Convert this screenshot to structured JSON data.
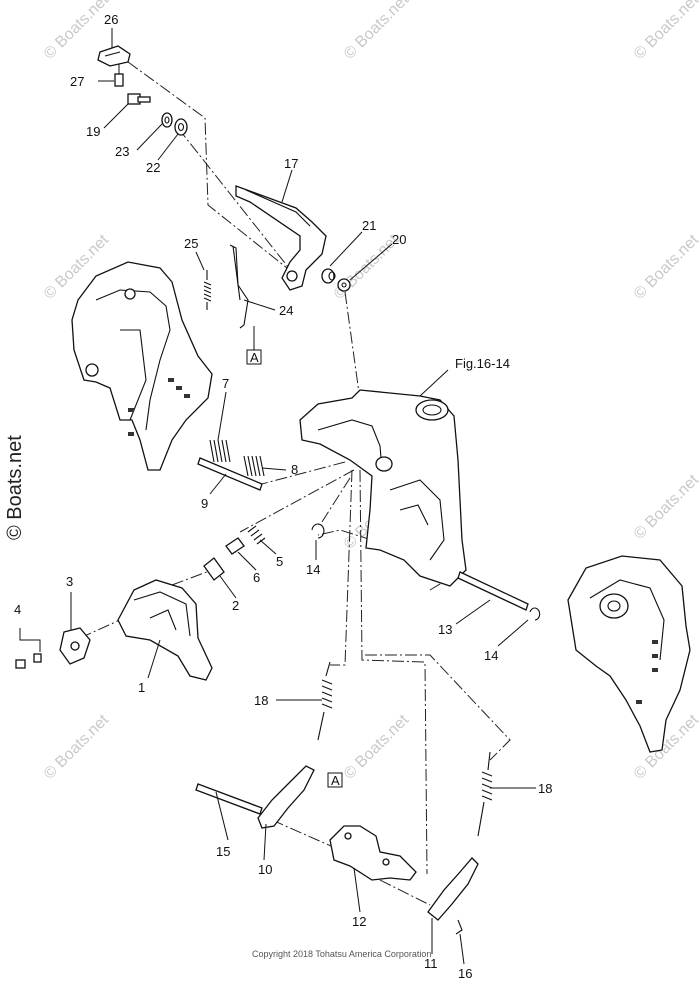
{
  "labels": {
    "p26": "26",
    "p27": "27",
    "p19": "19",
    "p23": "23",
    "p22": "22",
    "p17": "17",
    "p21": "21",
    "p20": "20",
    "p25": "25",
    "p24": "24",
    "refA1": "A",
    "fig": "Fig.16-14",
    "p7": "7",
    "p8": "8",
    "p9": "9",
    "p5": "5",
    "p6": "6",
    "p14a": "14",
    "p3": "3",
    "p4": "4",
    "p2": "2",
    "p1": "1",
    "p13": "13",
    "p14b": "14",
    "p18a": "18",
    "refA2": "A",
    "p18b": "18",
    "p15": "15",
    "p10": "10",
    "p12": "12",
    "p11": "11",
    "p16": "16"
  },
  "watermark": "© Boats.net",
  "side_watermark": "© Boats.net",
  "copyright": "Copyright 2018 Tohatsu America Corporation"
}
